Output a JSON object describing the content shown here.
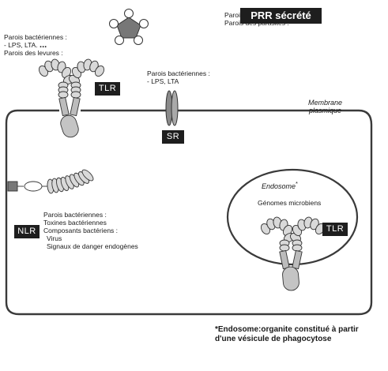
{
  "secreted": {
    "ligands": [
      "Parois bactériennes",
      "Parois des parasites :"
    ],
    "badge": "PRR sécrété"
  },
  "tlr_surface": {
    "ligands": [
      "Parois bactériennes :",
      "- LPS, LTA.",
      "Parois des levures :"
    ],
    "ellipsis": "...",
    "label": "TLR"
  },
  "sr": {
    "ligands": [
      "Parois bactériennes :",
      "- LPS, LTA"
    ],
    "label": "SR"
  },
  "membrane": {
    "label_line1": "Membrane",
    "label_line2": "plasmique"
  },
  "endosome": {
    "title": "Endosome",
    "asterisk": "*",
    "content": "Génomes microbiens",
    "tlr_label": "TLR"
  },
  "nlr": {
    "label": "NLR",
    "ligands": [
      "Parois bactériennes :",
      "Toxines bactériennes",
      "Composants bactériens :",
      "Virus",
      "Signaux de danger endogènes"
    ]
  },
  "footnote": "*Endosome:organite constitué à partir d'une vésicule de phagocytose",
  "colors": {
    "badge_bg": "#1e1e1e",
    "receptor_fill": "#c4c4c4",
    "membrane_stroke": "#3a3a3a"
  }
}
